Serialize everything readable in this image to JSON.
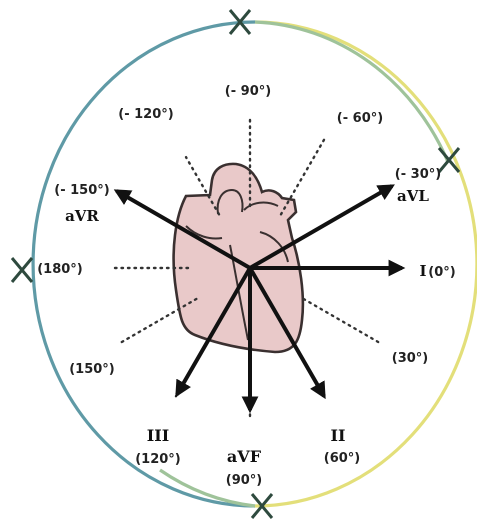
{
  "diagram": {
    "colors": {
      "arrow": "#111111",
      "dotted": "#333333",
      "heart_fill": "#e9c9c9",
      "heart_outline": "#3a3030",
      "ring_left": "#5f9aa6",
      "ring_right": "#e3df7a",
      "ring_bottom": "#9fc39a",
      "ring_marker": "#2e4a3e"
    },
    "axes": [
      {
        "key": "aVR",
        "lead": "aVR",
        "angle": "(- 150°)",
        "deg": -150
      },
      {
        "key": "aVL",
        "lead": "aVL",
        "angle": "(- 30°)",
        "deg": -30
      },
      {
        "key": "I",
        "lead": "I",
        "angle": "(0°)",
        "deg": 0
      },
      {
        "key": "II",
        "lead": "II",
        "angle": "(60°)",
        "deg": 60
      },
      {
        "key": "aVF",
        "lead": "aVF",
        "angle": "(90°)",
        "deg": 90
      },
      {
        "key": "III",
        "lead": "III",
        "angle": "(120°)",
        "deg": 120
      }
    ],
    "dotted_angles": [
      {
        "key": "m90",
        "angle": "(- 90°)",
        "deg": -90
      },
      {
        "key": "m120",
        "angle": "(- 120°)",
        "deg": -120
      },
      {
        "key": "m60",
        "angle": "(- 60°)",
        "deg": -60
      },
      {
        "key": "d180",
        "angle": "(180°)",
        "deg": 180
      },
      {
        "key": "d150",
        "angle": "(150°)",
        "deg": 150
      },
      {
        "key": "d30",
        "angle": "(30°)",
        "deg": 30
      }
    ]
  }
}
